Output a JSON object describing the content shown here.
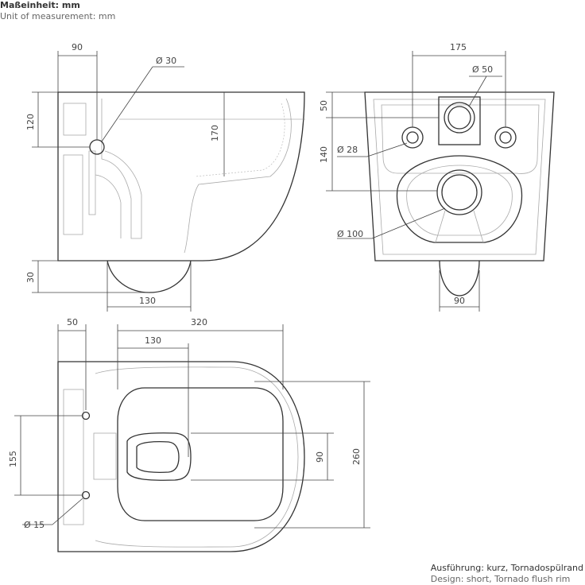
{
  "header": {
    "unit_de": "Maßeinheit: mm",
    "unit_en": "Unit of measurement: mm"
  },
  "side_view": {
    "dim_top": "90",
    "dim_left": "120",
    "dim_inner": "170",
    "dia_outlet": "Ø 30",
    "dim_bottom_left": "30",
    "dim_bottom": "130"
  },
  "rear_view": {
    "dim_top": "175",
    "dia_top": "Ø 50",
    "dim_left_top": "50",
    "dim_left": "140",
    "dia_side": "Ø 28",
    "dia_center": "Ø 100",
    "dim_bottom": "90"
  },
  "top_view": {
    "dim_left": "50",
    "dim_total": "320",
    "dim_inner": "130",
    "dim_fix": "155",
    "dim_hole": "90",
    "dim_width": "260",
    "dia_fix": "Ø 15"
  },
  "footer": {
    "design_de": "Ausführung: kurz, Tornadospülrand",
    "design_en": "Design: short, Tornado flush rim"
  }
}
